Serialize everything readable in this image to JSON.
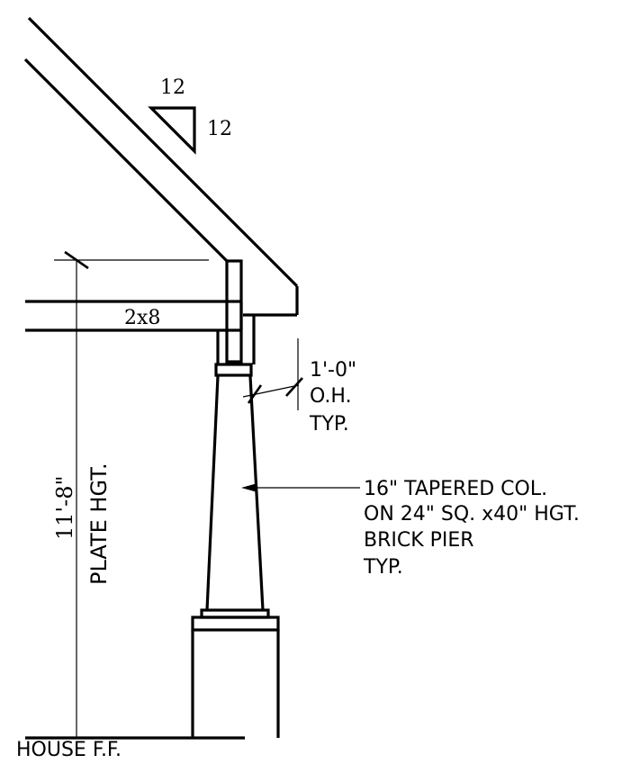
{
  "pitch": {
    "run": "12",
    "rise": "12"
  },
  "member_label": "2x8",
  "overhang_label": [
    "1'-0\"",
    "O.H.",
    "TYP."
  ],
  "height_dimension": "11'-8\"",
  "height_label": "PLATE HGT.",
  "column_note": [
    "16\" TAPERED COL.",
    "ON 24\" SQ. x40\" HGT.",
    "BRICK PIER",
    "TYP."
  ],
  "floor_label": "HOUSE F.F."
}
